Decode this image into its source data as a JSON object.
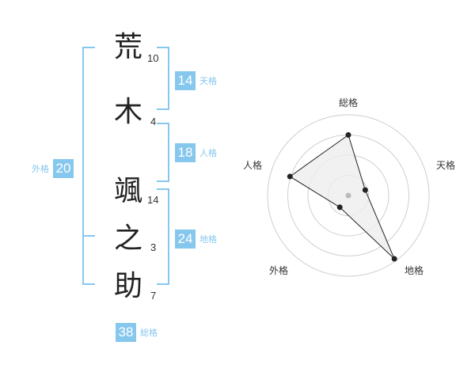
{
  "name_chars": [
    {
      "char": "荒",
      "strokes": "10"
    },
    {
      "char": "木",
      "strokes": "4"
    },
    {
      "char": "颯",
      "strokes": "14"
    },
    {
      "char": "之",
      "strokes": "3"
    },
    {
      "char": "助",
      "strokes": "7"
    }
  ],
  "fortunes": {
    "tenkaku": {
      "label": "天格",
      "value": "14"
    },
    "jinkaku": {
      "label": "人格",
      "value": "18"
    },
    "chikaku": {
      "label": "地格",
      "value": "24"
    },
    "gaikaku": {
      "label": "外格",
      "value": "20"
    },
    "soukaku": {
      "label": "総格",
      "value": "38"
    }
  },
  "colors": {
    "accent": "#86c7ee",
    "text": "#222222",
    "radar_fill": "#eeeeee"
  },
  "chart_data": {
    "type": "radar",
    "axes": [
      "総格",
      "天格",
      "地格",
      "外格",
      "人格"
    ],
    "values": [
      0.75,
      0.22,
      0.97,
      0.18,
      0.76
    ],
    "rings": 4,
    "grid": true
  }
}
